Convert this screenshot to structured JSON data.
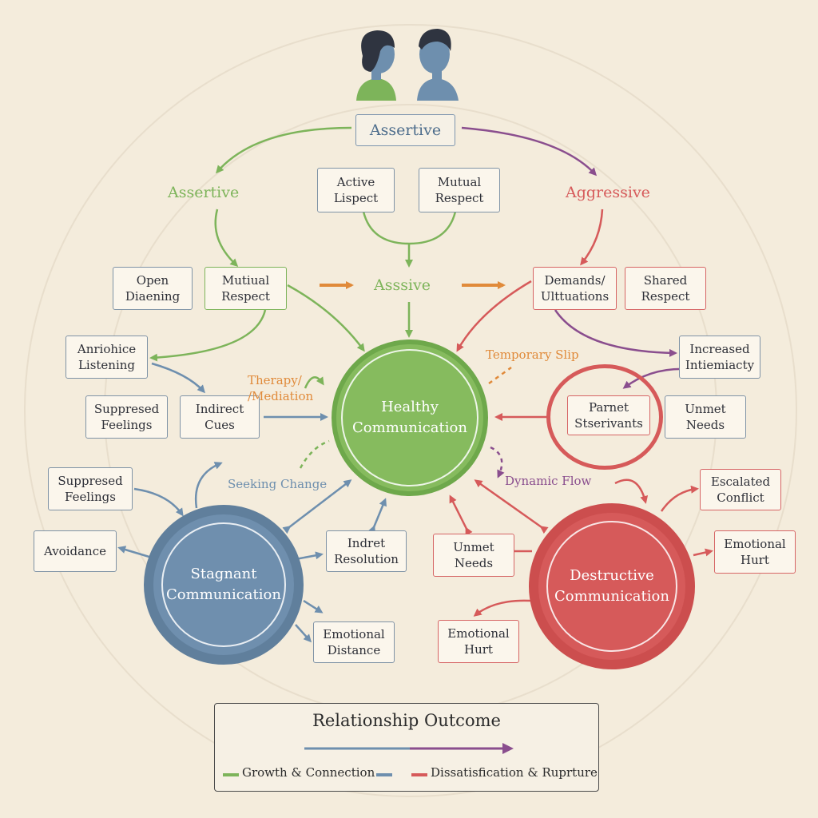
{
  "nodes": {
    "top_assertive": "Assertive",
    "left_assertive": "Assertive",
    "right_aggressive": "Aggressive",
    "center_passive": "Asssive",
    "active_listening": "Active\nLispect",
    "mutual_respect_top": "Mutual\nRespect",
    "open_dialogue": "Open\nDiaening",
    "mutual_respect_left": "Mutiual\nRespect",
    "demands": "Demands/\nUlttuations",
    "shared_respect": "Shared\nRespect",
    "active_listening_left": "Anriohice\nListening",
    "suppressed_feelings_left": "Suppresed\nFeelings",
    "indirect_cues": "Indirect\nCues",
    "increased_intimacy": "Increased\nIntiemiacty",
    "parnet_servants": "Parnet\nStserivants",
    "unmet_needs_right": "Unmet\nNeeds",
    "suppressed_feelings_low": "Suppresed\nFeelings",
    "avoidance": "Avoidance",
    "indirect_resolution": "Indret\nResolution",
    "emotional_distance": "Emotional\nDistance",
    "unmet_needs_low": "Unmet\nNeeds",
    "emotional_hurt_low": "Emotional\nHurt",
    "escalated_conflict": "Escalated\nConflict",
    "emotional_hurt_right": "Emotional\nHurt"
  },
  "hubs": {
    "healthy": "Healthy\nCommunication",
    "stagnant": "Stagnant\nCommunication",
    "destructive": "Destructive\nCommunication"
  },
  "notes": {
    "therapy": "Therapy/\n/Mediation",
    "seeking_change": "Seeking Change",
    "temporary_slip": "Temporary Slip",
    "dynamic_flow": "Dynamic Flow"
  },
  "legend": {
    "title": "Relationship Outcome",
    "growth": "Growth & Connection",
    "rupture": "Dissatisfication & Ruprture"
  },
  "colors": {
    "green": "#7db45a",
    "blue": "#6e8fae",
    "red": "#d65a5a",
    "purple": "#8a4e8e",
    "orange": "#e08a3a"
  }
}
